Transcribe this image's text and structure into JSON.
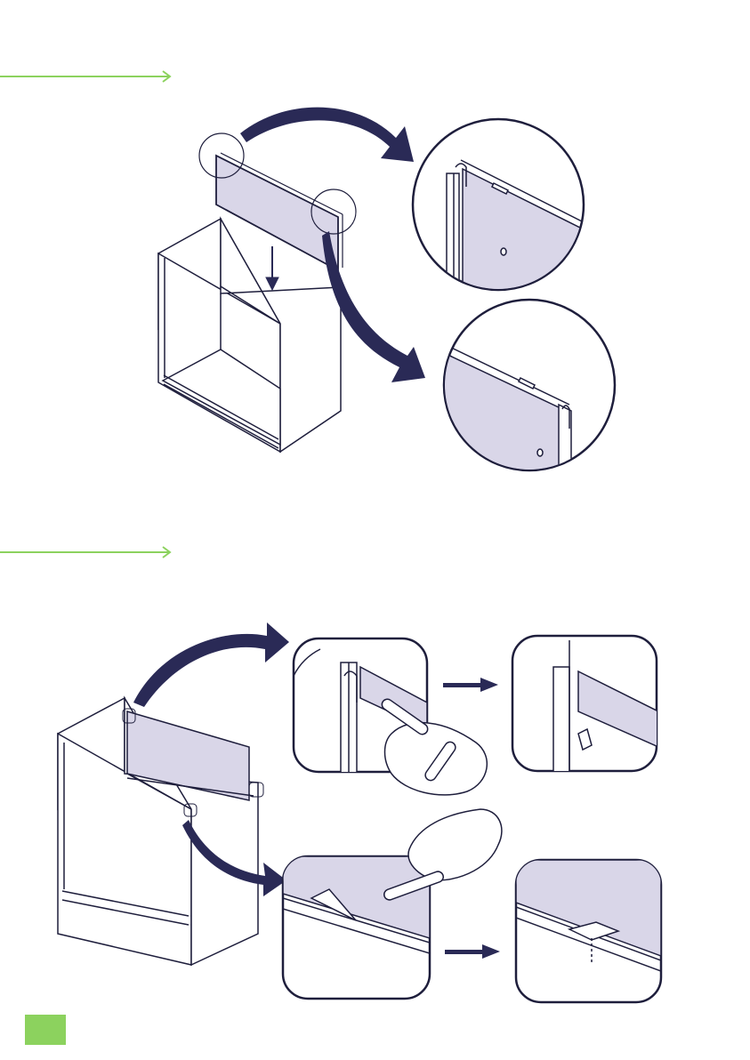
{
  "colors": {
    "accent": "#8cd25e",
    "ink": "#2a2a56",
    "panel": "#d9d6e8",
    "line": "#1e1e3c"
  },
  "steps": [
    {
      "marker": "arrow-rule",
      "illustration": "wall-cabinet-back-panel-slide-in",
      "details": [
        "top-left-corner-zoom",
        "top-right-corner-zoom"
      ]
    },
    {
      "marker": "arrow-rule",
      "illustration": "back-panel-lock-clips",
      "details": [
        "side-clip-bend-before",
        "side-clip-bend-after",
        "top-clip-bend-before",
        "top-clip-bend-after"
      ]
    }
  ]
}
